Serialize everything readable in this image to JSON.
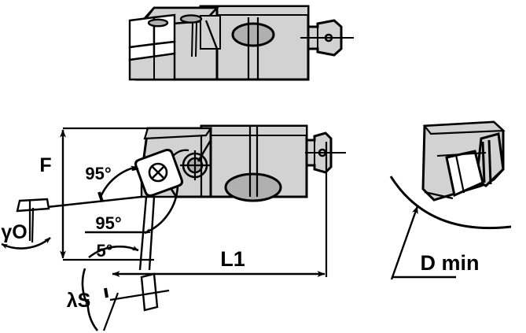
{
  "drawing": {
    "title": "Internal Turning Tool Holder / Boring Bar Technical Drawing",
    "type": "engineering-line-drawing",
    "background": "#ffffff",
    "line_color": "#000000",
    "body_fill": "#d2d2d2",
    "body_fill_dark": "#b0b0b0",
    "insert_fill": "#ffffff"
  },
  "views": {
    "top": {
      "name": "top-view",
      "caption": ""
    },
    "main": {
      "name": "main-side-view",
      "caption": ""
    },
    "detail": {
      "name": "d-min-detail-view",
      "caption": ""
    }
  },
  "dimensions": {
    "height_label": "F",
    "length_label": "L1",
    "lead_angle_upper": "95°",
    "lead_angle_lower": "95°",
    "clearance_angle": "5°",
    "rake_angle": "γO",
    "inclination_angle": "λS",
    "min_bore_label": "D min"
  },
  "icons": {
    "insert_screw": "circled-x-icon",
    "clamp_screw": "crosshair-circle-icon",
    "coolant_port": "ellipse-port-icon",
    "end_fitting": "coolant-fitting-icon"
  }
}
